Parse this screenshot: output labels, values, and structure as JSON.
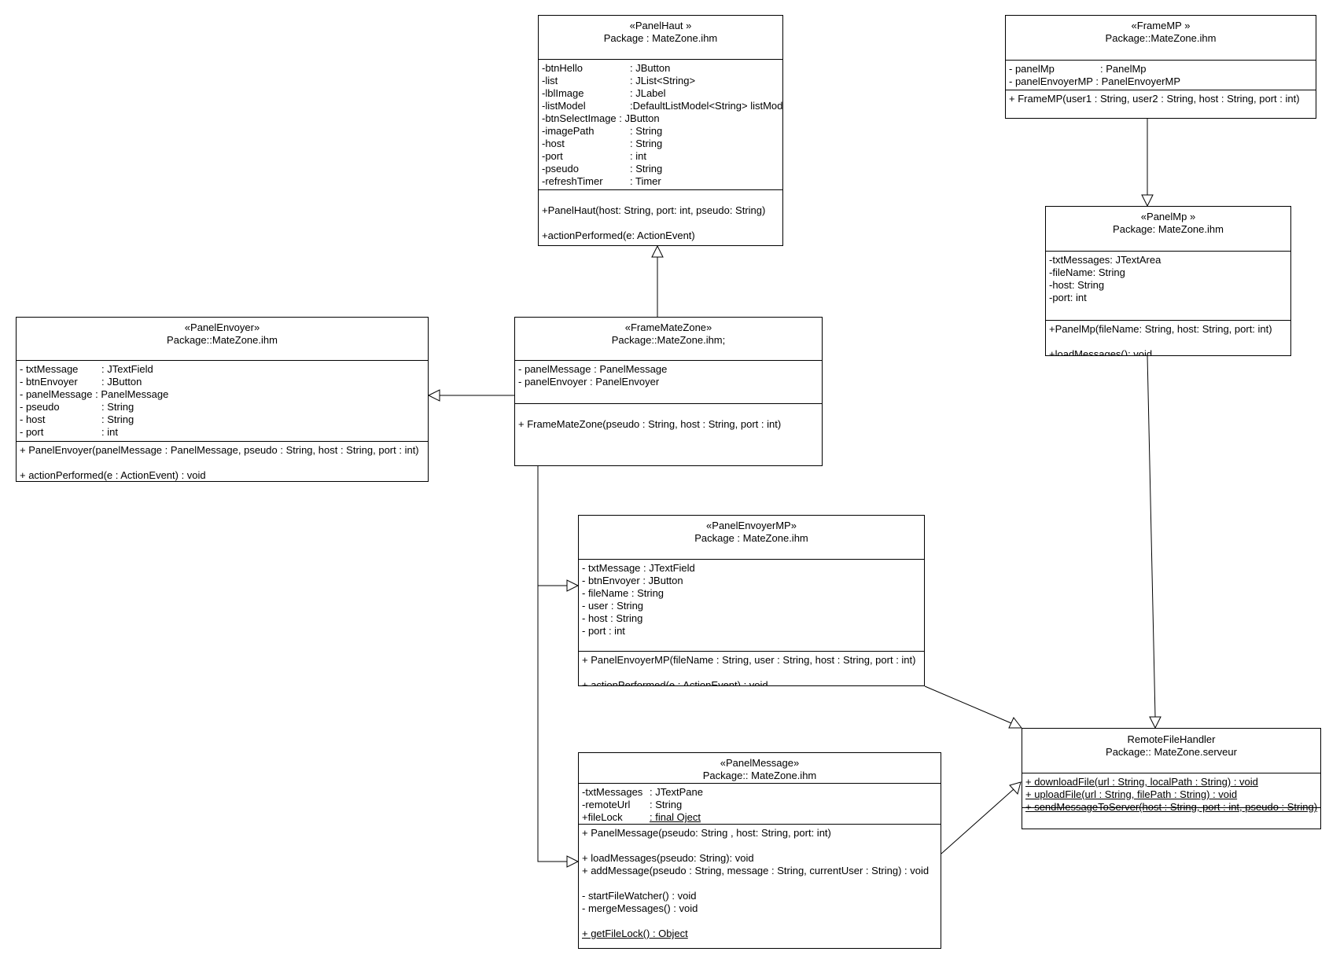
{
  "diagram": {
    "classes": {
      "panel_haut": {
        "stereotype": "«PanelHaut »",
        "package": "Package : MateZone.ihm",
        "attributes": [
          {
            "n": "-btnHello",
            "t": ": JButton"
          },
          {
            "n": "-list",
            "t": ": JList<String>"
          },
          {
            "n": "-lblImage",
            "t": ": JLabel"
          },
          {
            "n": "-listModel",
            "t": ":DefaultListModel<String> listModel"
          },
          {
            "n": "-btnSelectImage",
            "t": ": JButton"
          },
          {
            "n": "-imagePath",
            "t": ": String"
          },
          {
            "n": "-host",
            "t": ": String"
          },
          {
            "n": "-port",
            "t": ": int"
          },
          {
            "n": "-pseudo",
            "t": ": String"
          },
          {
            "n": "-refreshTimer",
            "t": ": Timer"
          }
        ],
        "methods": [
          "+PanelHaut(host: String, port: int, pseudo: String)",
          "+actionPerformed(e: ActionEvent)"
        ]
      },
      "frame_mp": {
        "stereotype": "«FrameMP »",
        "package": "Package::MateZone.ihm",
        "attributes": [
          {
            "n": "- panelMp",
            "t": ": PanelMp"
          },
          {
            "n": "- panelEnvoyerMP",
            "t": ": PanelEnvoyerMP"
          }
        ],
        "methods": [
          "+ FrameMP(user1 : String, user2 : String, host : String, port : int)"
        ]
      },
      "panel_mp": {
        "stereotype": "«PanelMp »",
        "package": "Package: MateZone.ihm",
        "attributes": [
          "-txtMessages: JTextArea",
          "-fileName: String",
          "-host: String",
          "-port: int"
        ],
        "methods": [
          "+PanelMp(fileName: String, host: String, port: int)",
          "+loadMessages(): void"
        ]
      },
      "panel_envoyer": {
        "stereotype": "«PanelEnvoyer»",
        "package": "Package::MateZone.ihm",
        "attributes": [
          {
            "n": "- txtMessage",
            "t": ": JTextField"
          },
          {
            "n": "- btnEnvoyer",
            "t": ": JButton"
          },
          {
            "n": "- panelMessage",
            "t": ": PanelMessage"
          },
          {
            "n": "- pseudo",
            "t": ": String"
          },
          {
            "n": "- host",
            "t": ": String"
          },
          {
            "n": "- port",
            "t": ": int"
          }
        ],
        "methods": [
          "+ PanelEnvoyer(panelMessage : PanelMessage, pseudo : String, host : String, port : int)",
          "+ actionPerformed(e : ActionEvent) : void"
        ]
      },
      "frame_matezone": {
        "stereotype": "«FrameMateZone»",
        "package": "Package::MateZone.ihm;",
        "attributes": [
          "- panelMessage : PanelMessage",
          "- panelEnvoyer  : PanelEnvoyer"
        ],
        "methods": [
          "+ FrameMateZone(pseudo : String, host : String, port : int)"
        ]
      },
      "panel_envoyer_mp": {
        "stereotype": "«PanelEnvoyerMP»",
        "package": "Package : MateZone.ihm",
        "attributes": [
          "- txtMessage : JTextField",
          "- btnEnvoyer : JButton",
          "- fileName : String",
          "- user : String",
          "- host : String",
          "- port : int"
        ],
        "methods": [
          "+ PanelEnvoyerMP(fileName : String, user : String, host : String, port : int)",
          "+ actionPerformed(e : ActionEvent) : void"
        ]
      },
      "panel_message": {
        "stereotype": "«PanelMessage»",
        "package": "Package:: MateZone.ihm",
        "attributes": [
          {
            "n": "-txtMessages",
            "t": ": JTextPane"
          },
          {
            "n": "-remoteUrl",
            "t": ": String"
          },
          {
            "n": "+fileLock",
            "t": ": final Oject"
          }
        ],
        "methods": [
          "+ PanelMessage(pseudo: String , host: String,  port: int)",
          "+ loadMessages(pseudo: String):  void",
          "+ addMessage(pseudo : String, message : String, currentUser : String) : void",
          "- startFileWatcher() : void",
          "- mergeMessages() : void",
          "+ getFileLock() : Object"
        ]
      },
      "remote_file_handler": {
        "name": "RemoteFileHandler",
        "package": "Package:: MateZone.serveur",
        "methods": [
          "+ downloadFile(url : String, localPath : String) : void",
          "+ uploadFile(url : String, filePath : String) : void",
          "+ sendMessageToServer(host : String, port : int, pseudo : String)"
        ]
      }
    }
  }
}
